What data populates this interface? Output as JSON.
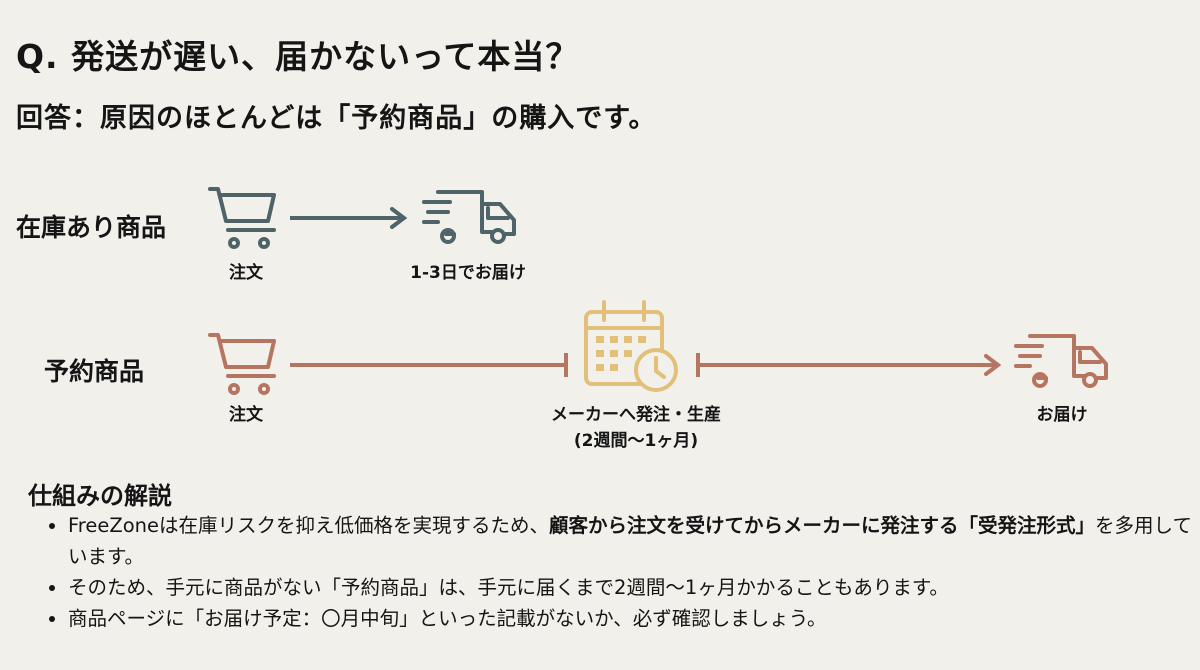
{
  "header": {
    "title": "Q. 発送が遅い、届かないって本当？",
    "answer": "回答：原因のほとんどは「予約商品」の購入です。"
  },
  "flow": {
    "in_stock": {
      "label": "在庫あり商品",
      "order_caption": "注文",
      "delivery_caption": "1-3日でお届け"
    },
    "preorder": {
      "label": "予約商品",
      "order_caption": "注文",
      "maker_caption": "メーカーへ発注・生産",
      "maker_duration": "(2週間〜1ヶ月)",
      "delivery_caption": "お届け"
    }
  },
  "explanation": {
    "heading": "仕組みの解説",
    "bullets": [
      {
        "plain": "FreeZoneは在庫リスクを抑え低価格を実現するため、",
        "bold": "顧客から注文を受けてからメーカーに発注する「受発注形式」",
        "tail": "を多用しています。"
      },
      {
        "plain": "そのため、手元に商品がない「予約商品」は、手元に届くまで2週間〜1ヶ月かかることもあります。"
      },
      {
        "plain": "商品ページに「お届け予定：〇月中旬」といった記載がないか、必ず確認しましょう。"
      }
    ]
  },
  "colors": {
    "background": "#f2f0eb",
    "in_stock": "#4f6468",
    "preorder": "#b57560",
    "calendar": "#e2c07a"
  }
}
